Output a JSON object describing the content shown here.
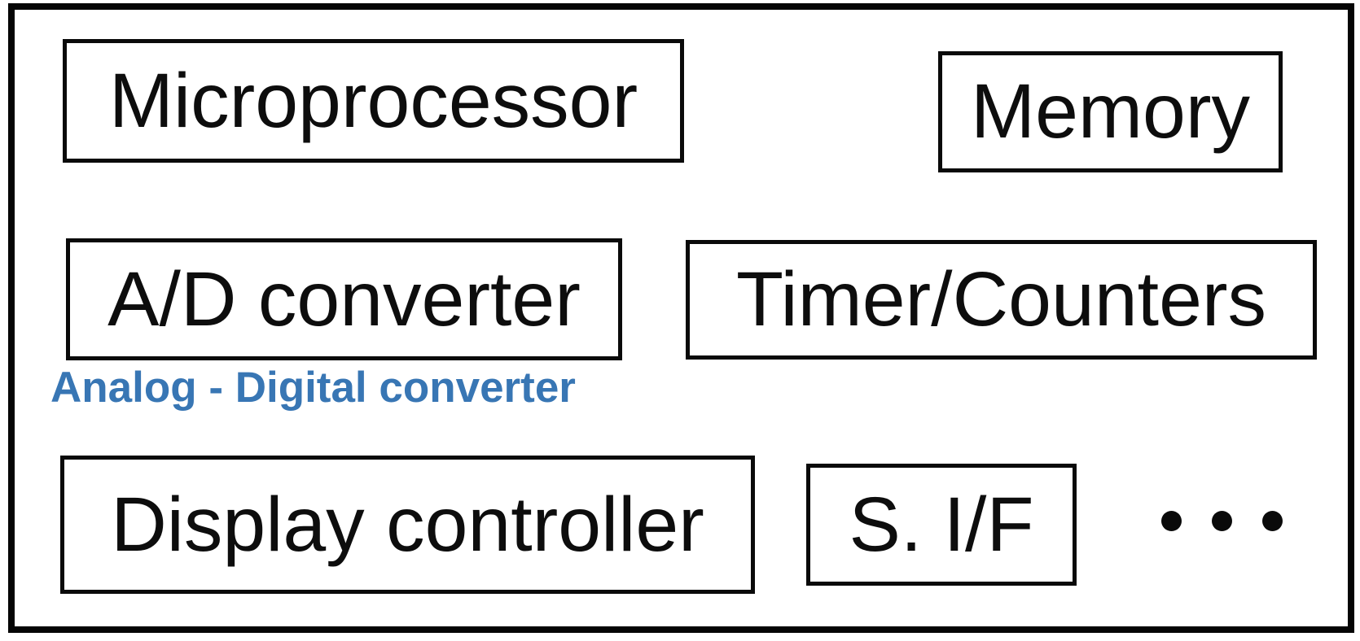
{
  "diagram": {
    "background_color": "#ffffff",
    "frame_color": "#050505",
    "block_border_color": "#0a0a0a",
    "block_text_color": "#0d0d0d",
    "blocks": [
      {
        "id": "microprocessor",
        "label": "Microprocessor"
      },
      {
        "id": "memory",
        "label": "Memory"
      },
      {
        "id": "ad-converter",
        "label": "A/D converter"
      },
      {
        "id": "timer-counters",
        "label": "Timer/Counters"
      },
      {
        "id": "display-controller",
        "label": "Display controller"
      },
      {
        "id": "serial-interface",
        "label": "S. I/F"
      }
    ],
    "annotation": {
      "text": "Analog - Digital converter",
      "color": "#3876B4"
    },
    "ellipsis": {
      "dot_count": 3,
      "dot_color": "#0a0a0a"
    }
  }
}
